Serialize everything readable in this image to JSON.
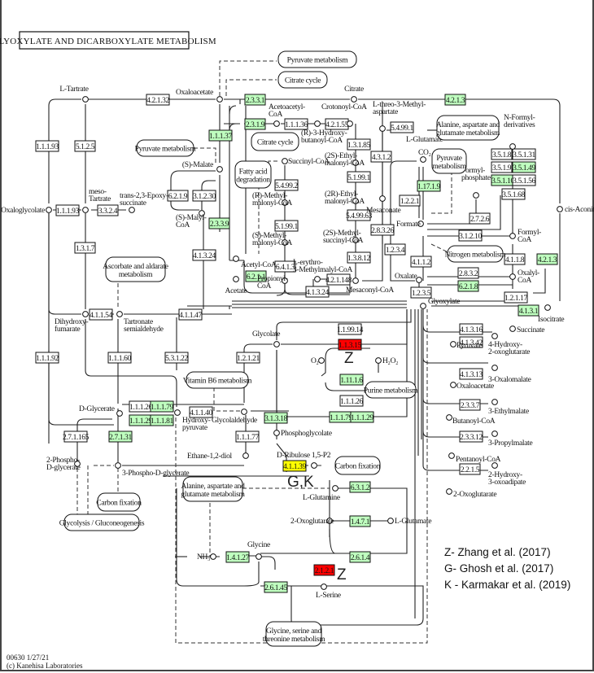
{
  "map": {
    "title": "GLYOXYLATE AND DICARBOXYLATE METABOLISM",
    "footer_line1": "00630 1/27/21",
    "footer_line2": "(c) Kanehisa Laboratories"
  },
  "colors": {
    "found_in_organism": "#bfffbf",
    "highlight_red": "#ff0000",
    "highlight_yellow": "#ffff00",
    "default_box": "#ffffff"
  },
  "legend": [
    "Z- Zhang et al. (2017)",
    "G- Ghosh et al. (2017)",
    "K - Karmakar et al. (2019)"
  ],
  "annotations": [
    {
      "id": "z1",
      "text": "Z"
    },
    {
      "id": "gk",
      "text": "G,K"
    },
    {
      "id": "z2",
      "text": "Z"
    }
  ],
  "enzymes": [
    {
      "id": "e4.2.1.32",
      "label": "4.2.1.32",
      "state": "none"
    },
    {
      "id": "e1.1.1.93a",
      "label": "1.1.1.93",
      "state": "none"
    },
    {
      "id": "e5.1.2.5",
      "label": "5.1.2.5",
      "state": "none"
    },
    {
      "id": "e1.1.1.93b",
      "label": "1.1.1.93",
      "state": "none"
    },
    {
      "id": "e3.3.2.4",
      "label": "3.3.2.4",
      "state": "none"
    },
    {
      "id": "e1.3.1.7",
      "label": "1.3.1.7",
      "state": "none"
    },
    {
      "id": "e4.1.1.54",
      "label": "4.1.1.54",
      "state": "none"
    },
    {
      "id": "e4.1.1.47",
      "label": "4.1.1.47",
      "state": "none"
    },
    {
      "id": "e1.1.1.92",
      "label": "1.1.1.92",
      "state": "none"
    },
    {
      "id": "e1.1.1.60",
      "label": "1.1.1.60",
      "state": "none"
    },
    {
      "id": "e5.3.1.22",
      "label": "5.3.1.22",
      "state": "none"
    },
    {
      "id": "e2.3.3.1",
      "label": "2.3.3.1",
      "state": "green"
    },
    {
      "id": "e2.3.1.9",
      "label": "2.3.1.9",
      "state": "green"
    },
    {
      "id": "e1.1.1.37",
      "label": "1.1.1.37",
      "state": "green"
    },
    {
      "id": "e1.1.1.36",
      "label": "1.1.1.36",
      "state": "none"
    },
    {
      "id": "e4.2.1.55",
      "label": "4.2.1.55",
      "state": "none"
    },
    {
      "id": "e1.3.1.85",
      "label": "1.3.1.85",
      "state": "none"
    },
    {
      "id": "e5.1.99.1a",
      "label": "5.1.99.1",
      "state": "none"
    },
    {
      "id": "e5.4.99.63",
      "label": "5.4.99.63",
      "state": "none"
    },
    {
      "id": "e1.3.8.12",
      "label": "1.3.8.12",
      "state": "none"
    },
    {
      "id": "e4.2.1.148",
      "label": "4.2.1.148",
      "state": "none"
    },
    {
      "id": "e4.1.3.24a",
      "label": "4.1.3.24",
      "state": "none"
    },
    {
      "id": "e6.2.1.9",
      "label": "6.2.1.9",
      "state": "none"
    },
    {
      "id": "e3.1.2.30",
      "label": "3.1.2.30",
      "state": "none"
    },
    {
      "id": "e2.3.3.9",
      "label": "2.3.3.9",
      "state": "green"
    },
    {
      "id": "e4.1.3.24b",
      "label": "4.1.3.24",
      "state": "none"
    },
    {
      "id": "e6.2.1.1",
      "label": "6.2.1.1",
      "state": "green"
    },
    {
      "id": "e5.4.99.2",
      "label": "5.4.99.2",
      "state": "none"
    },
    {
      "id": "e5.1.99.1b",
      "label": "5.1.99.1",
      "state": "none"
    },
    {
      "id": "e6.4.1.3",
      "label": "6.4.1.3",
      "state": "none"
    },
    {
      "id": "e4.2.1.3a",
      "label": "4.2.1.3",
      "state": "green"
    },
    {
      "id": "e5.4.99.1",
      "label": "5.4.99.1",
      "state": "none"
    },
    {
      "id": "e4.3.1.2",
      "label": "4.3.1.2",
      "state": "none"
    },
    {
      "id": "e2.8.3.26",
      "label": "2.8.3.26",
      "state": "none"
    },
    {
      "id": "e1.17.1.9",
      "label": "1.17.1.9",
      "state": "green"
    },
    {
      "id": "e1.2.2.1",
      "label": "1.2.2.1",
      "state": "none"
    },
    {
      "id": "e1.2.3.4",
      "label": "1.2.3.4",
      "state": "none"
    },
    {
      "id": "e4.1.1.2",
      "label": "4.1.1.2",
      "state": "none"
    },
    {
      "id": "e2.7.2.6",
      "label": "2.7.2.6",
      "state": "none"
    },
    {
      "id": "e3.5.1.8",
      "label": "3.5.1.8",
      "state": "none"
    },
    {
      "id": "e3.5.1.31",
      "label": "3.5.1.31",
      "state": "none"
    },
    {
      "id": "e3.5.1.9",
      "label": "3.5.1.9",
      "state": "none"
    },
    {
      "id": "e3.5.1.49",
      "label": "3.5.1.49",
      "state": "green"
    },
    {
      "id": "e3.5.1.10",
      "label": "3.5.1.10",
      "state": "green"
    },
    {
      "id": "e3.5.1.56",
      "label": "3.5.1.56",
      "state": "none"
    },
    {
      "id": "e3.5.1.68",
      "label": "3.5.1.68",
      "state": "none"
    },
    {
      "id": "e3.1.2.10",
      "label": "3.1.2.10",
      "state": "none"
    },
    {
      "id": "e4.1.1.8",
      "label": "4.1.1.8",
      "state": "none"
    },
    {
      "id": "e2.8.3.2",
      "label": "2.8.3.2",
      "state": "none"
    },
    {
      "id": "e6.2.1.8",
      "label": "6.2.1.8",
      "state": "green"
    },
    {
      "id": "e1.2.1.17",
      "label": "1.2.1.17",
      "state": "none"
    },
    {
      "id": "e4.2.1.3b",
      "label": "4.2.1.3",
      "state": "green"
    },
    {
      "id": "e4.1.3.1",
      "label": "4.1.3.1",
      "state": "green"
    },
    {
      "id": "e1.2.3.5",
      "label": "1.2.3.5",
      "state": "none"
    },
    {
      "id": "e4.1.3.16",
      "label": "4.1.3.16",
      "state": "none"
    },
    {
      "id": "e4.1.3.42",
      "label": "4.1.3.42",
      "state": "none"
    },
    {
      "id": "e4.1.3.13",
      "label": "4.1.3.13",
      "state": "none"
    },
    {
      "id": "e2.3.3.7",
      "label": "2.3.3.7",
      "state": "none"
    },
    {
      "id": "e2.3.3.12",
      "label": "2.3.3.12",
      "state": "none"
    },
    {
      "id": "e2.2.1.5",
      "label": "2.2.1.5",
      "state": "none"
    },
    {
      "id": "e1.1.99.14",
      "label": "1.1.99.14",
      "state": "none"
    },
    {
      "id": "e1.1.3.15",
      "label": "1.1.3.15",
      "state": "red"
    },
    {
      "id": "e1.11.1.6",
      "label": "1.11.1.6",
      "state": "green"
    },
    {
      "id": "e1.1.1.26a",
      "label": "1.1.1.26",
      "state": "none"
    },
    {
      "id": "e1.1.1.79a",
      "label": "1.1.1.79",
      "state": "green"
    },
    {
      "id": "e1.1.1.29a",
      "label": "1.1.1.29",
      "state": "green"
    },
    {
      "id": "e1.2.1.21",
      "label": "1.2.1.21",
      "state": "none"
    },
    {
      "id": "e3.1.3.18",
      "label": "3.1.3.18",
      "state": "green"
    },
    {
      "id": "e1.1.1.26b",
      "label": "1.1.1.26",
      "state": "none"
    },
    {
      "id": "e1.1.1.79b",
      "label": "1.1.1.79",
      "state": "green"
    },
    {
      "id": "e1.1.1.29b",
      "label": "1.1.1.29",
      "state": "green"
    },
    {
      "id": "e1.1.1.81",
      "label": "1.1.1.81",
      "state": "green"
    },
    {
      "id": "e4.1.1.40",
      "label": "4.1.1.40",
      "state": "none"
    },
    {
      "id": "e1.1.1.77",
      "label": "1.1.1.77",
      "state": "none"
    },
    {
      "id": "e2.7.1.165",
      "label": "2.7.1.165",
      "state": "none"
    },
    {
      "id": "e2.7.1.31",
      "label": "2.7.1.31",
      "state": "green"
    },
    {
      "id": "e4.1.1.39",
      "label": "4.1.1.39",
      "state": "yellow"
    },
    {
      "id": "e6.3.1.2",
      "label": "6.3.1.2",
      "state": "green"
    },
    {
      "id": "e1.4.7.1",
      "label": "1.4.7.1",
      "state": "green"
    },
    {
      "id": "e1.4.1.27",
      "label": "1.4.1.27",
      "state": "green"
    },
    {
      "id": "e2.6.1.4",
      "label": "2.6.1.4",
      "state": "green"
    },
    {
      "id": "e2.1.2.1",
      "label": "2.1.2.1",
      "state": "red"
    },
    {
      "id": "e2.6.1.45",
      "label": "2.6.1.45",
      "state": "green"
    }
  ],
  "compounds": [
    {
      "id": "c_ltartrate",
      "label": "L-Tartrate"
    },
    {
      "id": "c_oxaloacetate",
      "label": "Oxaloacetate"
    },
    {
      "id": "c_citrate",
      "label": "Citrate"
    },
    {
      "id": "c_oxaloglycolate",
      "label": "Oxaloglycolate"
    },
    {
      "id": "c_mesotartrate",
      "label": "meso-\nTartrate"
    },
    {
      "id": "c_epoxysuccinate",
      "label": "trans-2,3-Epoxy-\nsuccinate"
    },
    {
      "id": "c_smalate",
      "label": "(S)-Malate"
    },
    {
      "id": "c_smalylcoa",
      "label": "(S)-Malyl-\nCoA"
    },
    {
      "id": "c_acetoacetylcoa",
      "label": "Acetoacetyl-\nCoA"
    },
    {
      "id": "c_crotonoylcoa",
      "label": "Crotonoyl-CoA"
    },
    {
      "id": "c_r3hb",
      "label": "(R)-3-Hydroxy-\nbutanoyl-CoA"
    },
    {
      "id": "c_succinylcoa",
      "label": "Succinyl-CoA"
    },
    {
      "id": "c_2sethylmalonyl",
      "label": "(2S)-Ethyl-\nmalonyl-CoA"
    },
    {
      "id": "c_2rethylmalonyl",
      "label": "(2R)-Ethyl-\nmalonyl-CoA"
    },
    {
      "id": "c_2smethylsuccinyl",
      "label": "(2S)-Methyl-\nsuccinyl-CoA"
    },
    {
      "id": "c_rmethylmalonyl",
      "label": "(R)-Methyl-\nmalonyl-CoA"
    },
    {
      "id": "c_smethylmalonyl",
      "label": "(S)-Methyl-\nmalonyl-CoA"
    },
    {
      "id": "c_acetylcoa",
      "label": "Acetyl-CoA"
    },
    {
      "id": "c_acetate",
      "label": "Acetate"
    },
    {
      "id": "c_propionylcoa",
      "label": "Propionyl-\nCoA"
    },
    {
      "id": "c_erythro",
      "label": "L-erythro-\n3-Methylmalyl-CoA"
    },
    {
      "id": "c_mesaconylcoa",
      "label": "Mesaconyl-CoA"
    },
    {
      "id": "c_threomethylasp",
      "label": "L-threo-3-Methyl-\naspartate"
    },
    {
      "id": "c_lglutamate1",
      "label": "L-Glutamate"
    },
    {
      "id": "c_mesaconate",
      "label": "Mesaconate"
    },
    {
      "id": "c_co2",
      "label": "CO2"
    },
    {
      "id": "c_formate",
      "label": "Formate"
    },
    {
      "id": "c_formylphosphate",
      "label": "Formyl-\nphosphate"
    },
    {
      "id": "c_nformyl",
      "label": "N-Formyl-\nderivatives"
    },
    {
      "id": "c_cisaconitate",
      "label": "cis-Aconitate"
    },
    {
      "id": "c_formylcoa",
      "label": "Formyl-\nCoA"
    },
    {
      "id": "c_oxalylcoa",
      "label": "Oxalyl-\nCoA"
    },
    {
      "id": "c_oxalate",
      "label": "Oxalate"
    },
    {
      "id": "c_glyoxylate",
      "label": "Glyoxylate"
    },
    {
      "id": "c_isocitrate",
      "label": "Isocitrate"
    },
    {
      "id": "c_succinate",
      "label": "Succinate"
    },
    {
      "id": "c_4h2og",
      "label": "4-Hydroxy-\n2-oxoglutarate"
    },
    {
      "id": "c_pyruvate",
      "label": "Pyruvate"
    },
    {
      "id": "c_3oxalomalate",
      "label": "3-Oxalomalate"
    },
    {
      "id": "c_oxaloacetate2",
      "label": "Oxaloacetate"
    },
    {
      "id": "c_3ethylmalate",
      "label": "3-Ethylmalate"
    },
    {
      "id": "c_butanoylcoa",
      "label": "Butanoyl-CoA"
    },
    {
      "id": "c_3propylmalate",
      "label": "3-Propylmalate"
    },
    {
      "id": "c_pentanoylcoa",
      "label": "Pentanoyl-CoA"
    },
    {
      "id": "c_2h3oxoadipate",
      "label": "2-Hydroxy-\n3-oxoadipate"
    },
    {
      "id": "c_2oxoglutarate1",
      "label": "2-Oxoglutarate"
    },
    {
      "id": "c_dihydroxyfumarate",
      "label": "Dihydroxy-\nfumarate"
    },
    {
      "id": "c_tartronate",
      "label": "Tartronate\nsemialdehyde"
    },
    {
      "id": "c_glycolate",
      "label": "Glycolate"
    },
    {
      "id": "c_o2",
      "label": "O2"
    },
    {
      "id": "c_h2o2",
      "label": "H2O2"
    },
    {
      "id": "c_dglycerate",
      "label": "D-Glycerate"
    },
    {
      "id": "c_hydroxypyruvate",
      "label": "Hydroxy-\npyruvate"
    },
    {
      "id": "c_glycolaldehyde",
      "label": "Glycolaldehyde"
    },
    {
      "id": "c_ethanediol",
      "label": "Ethane-1,2-diol"
    },
    {
      "id": "c_phosphoglycolate",
      "label": "Phosphoglycolate"
    },
    {
      "id": "c_ribulose",
      "label": "D-Ribulose 1,5-P2"
    },
    {
      "id": "c_2pdg",
      "label": "2-Phospho-\nD-glycerate"
    },
    {
      "id": "c_3pdg",
      "label": "3-Phospho-D-glycerate"
    },
    {
      "id": "c_lglutamine",
      "label": "L-Glutamine"
    },
    {
      "id": "c_2oxoglutarate2",
      "label": "2-Oxoglutarate"
    },
    {
      "id": "c_lglutamate2",
      "label": "L-Glutamate"
    },
    {
      "id": "c_glycine",
      "label": "Glycine"
    },
    {
      "id": "c_nh3",
      "label": "NH3"
    },
    {
      "id": "c_lserine",
      "label": "L-Serine"
    }
  ],
  "pathway_maps": [
    {
      "id": "m_pyruvate_top",
      "label": "Pyruvate metabolism"
    },
    {
      "id": "m_citrate_top",
      "label": "Citrate cycle"
    },
    {
      "id": "m_pyruvate_left",
      "label": "Pyruvate metabolism"
    },
    {
      "id": "m_citrate_mid",
      "label": "Citrate cycle"
    },
    {
      "id": "m_fatty",
      "label": "Fatty acid\ndegradation"
    },
    {
      "id": "m_alanine_top",
      "label": "Alanine, aspartate and\nglutamate metabolism"
    },
    {
      "id": "m_pyruvate_right",
      "label": "Pyruvate\nmetabolism"
    },
    {
      "id": "m_nitrogen",
      "label": "Nitrogen metabolism"
    },
    {
      "id": "m_ascorbate",
      "label": "Ascorbate and aldarate\nmetabolism"
    },
    {
      "id": "m_vitb6",
      "label": "Vitamin B6 metabolism"
    },
    {
      "id": "m_purine",
      "label": "Purine metabolism"
    },
    {
      "id": "m_carbonfix_right",
      "label": "Carbon fixation"
    },
    {
      "id": "m_carbonfix_left",
      "label": "Carbon fixation"
    },
    {
      "id": "m_glycolysis",
      "label": "Glycolysis / Gluconeogenesis"
    },
    {
      "id": "m_alanine_bottom",
      "label": "Alanine, aspartate and\nglutamate metabolism"
    },
    {
      "id": "m_glycine",
      "label": "Glycine, serine and\nthreonine metabolism"
    }
  ]
}
